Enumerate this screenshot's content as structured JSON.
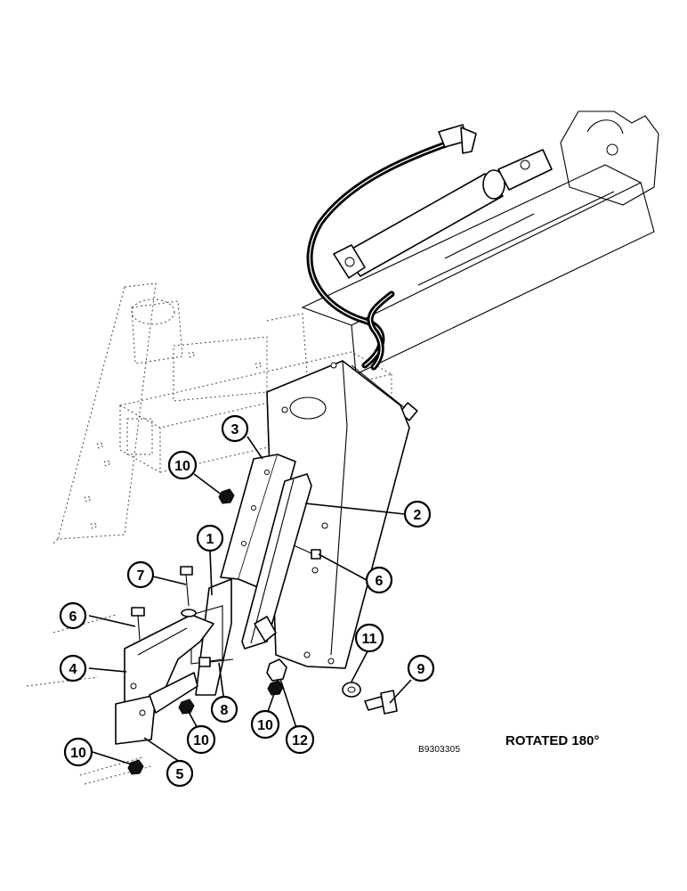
{
  "figure": {
    "drawing_code": "B9303305",
    "orientation_note": "ROTATED 180°"
  },
  "callouts": [
    {
      "id": "c1",
      "number": "1"
    },
    {
      "id": "c2",
      "number": "2"
    },
    {
      "id": "c3",
      "number": "3"
    },
    {
      "id": "c4",
      "number": "4"
    },
    {
      "id": "c5",
      "number": "5"
    },
    {
      "id": "c6a",
      "number": "6"
    },
    {
      "id": "c6b",
      "number": "6"
    },
    {
      "id": "c7",
      "number": "7"
    },
    {
      "id": "c8",
      "number": "8"
    },
    {
      "id": "c9",
      "number": "9"
    },
    {
      "id": "c10a",
      "number": "10"
    },
    {
      "id": "c10b",
      "number": "10"
    },
    {
      "id": "c10c",
      "number": "10"
    },
    {
      "id": "c10d",
      "number": "10"
    },
    {
      "id": "c11",
      "number": "11"
    },
    {
      "id": "c12",
      "number": "12"
    }
  ]
}
